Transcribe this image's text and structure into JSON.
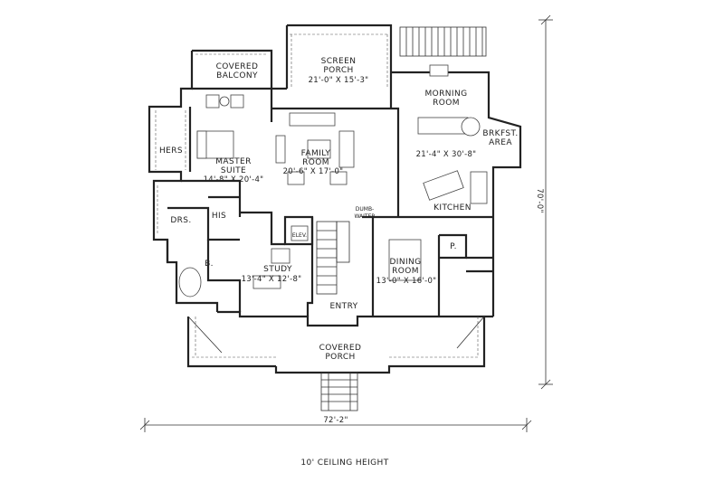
{
  "rooms": {
    "covered_balcony": [
      "COVERED",
      "BALCONY"
    ],
    "screen_porch": {
      "name": [
        "SCREEN",
        "PORCH"
      ],
      "dims": "21'-0\" X 15'-3\""
    },
    "morning_room": [
      "MORNING",
      "ROOM"
    ],
    "brkfst_area": [
      "BRKFST.",
      "AREA"
    ],
    "family_room": {
      "name": [
        "FAMILY",
        "ROOM"
      ],
      "dims": "20'-6\" X 17'-0\""
    },
    "kitchen": {
      "name": "KITCHEN",
      "dims": "21'-4\" X 30'-8\""
    },
    "hers": "HERS",
    "master_suite": {
      "name": [
        "MASTER",
        "SUITE"
      ],
      "dims": "14'-8\" X 20'-4\""
    },
    "drs": "DRS.",
    "his": "HIS",
    "dumb_waiter": [
      "DUMB-",
      "WAITER"
    ],
    "elev": "ELEV.",
    "p": "P.",
    "b": "B.",
    "study": {
      "name": "STUDY",
      "dims": "13'-4\" X 12'-8\""
    },
    "dining_room": {
      "name": [
        "DINING",
        "ROOM"
      ],
      "dims": "13'-0\" X 16'-0\""
    },
    "entry": "ENTRY",
    "covered_porch": [
      "COVERED",
      "PORCH"
    ]
  },
  "dimensions": {
    "overall_width": "72'-2\"",
    "overall_depth": "70'-0\""
  },
  "caption": "10' CEILING HEIGHT"
}
